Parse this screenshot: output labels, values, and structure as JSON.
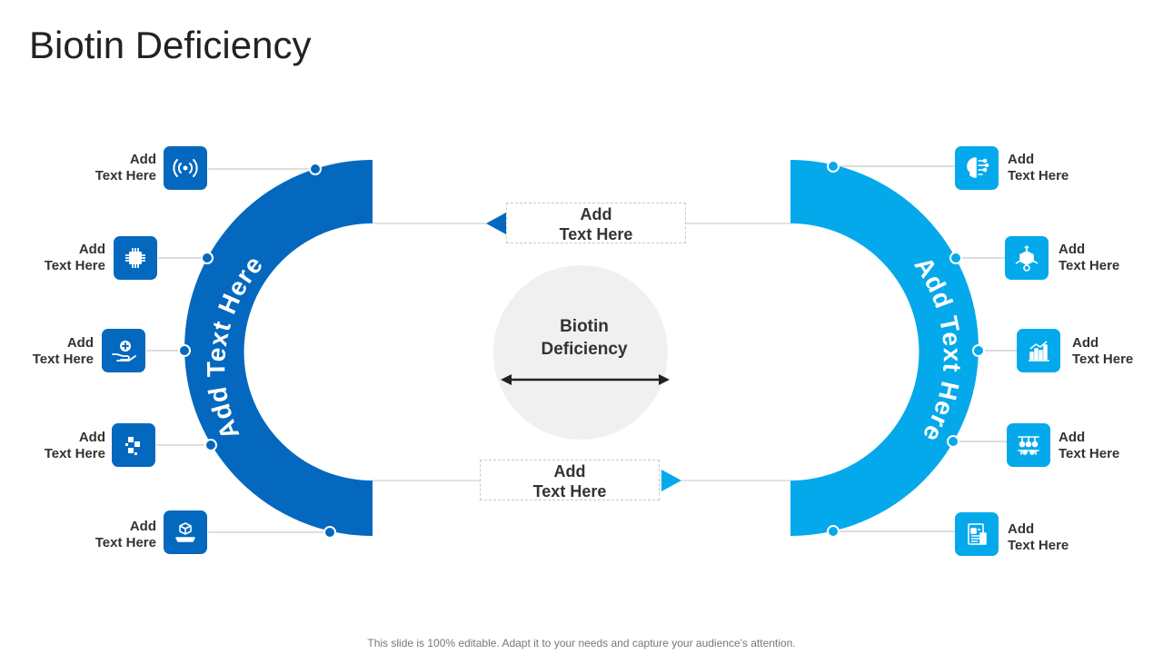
{
  "title": "Biotin Deficiency",
  "footer": "This slide is 100% editable. Adapt it to your needs and capture your audience's attention.",
  "center": {
    "line1": "Biotin",
    "line2": "Deficiency"
  },
  "left_arc_text": "Add Text Here",
  "right_arc_text": "Add Text Here",
  "top_box": {
    "line1": "Add",
    "line2": "Text Here"
  },
  "bottom_box": {
    "line1": "Add",
    "line2": "Text Here"
  },
  "left_items": [
    {
      "line1": "Add",
      "line2": "Text Here",
      "icon": "wireless-signal-icon"
    },
    {
      "line1": "Add",
      "line2": "Text Here",
      "icon": "microchip-icon"
    },
    {
      "line1": "Add",
      "line2": "Text Here",
      "icon": "hand-with-plus-icon"
    },
    {
      "line1": "Add",
      "line2": "Text Here",
      "icon": "puzzle-pieces-icon"
    },
    {
      "line1": "Add",
      "line2": "Text Here",
      "icon": "hologram-icon"
    }
  ],
  "right_items": [
    {
      "line1": "Add",
      "line2": "Text Here",
      "icon": "brain-circuit-icon"
    },
    {
      "line1": "Add",
      "line2": "Text Here",
      "icon": "3d-cube-icon"
    },
    {
      "line1": "Add",
      "line2": "Text Here",
      "icon": "bar-chart-icon"
    },
    {
      "line1": "Add",
      "line2": "Text Here",
      "icon": "network-nodes-icon"
    },
    {
      "line1": "Add",
      "line2": "Text Here",
      "icon": "document-chart-icon"
    }
  ],
  "colors": {
    "dark_blue": "#0468BF",
    "light_blue": "#04A9EB",
    "center_circle": "#F0F0F0"
  }
}
